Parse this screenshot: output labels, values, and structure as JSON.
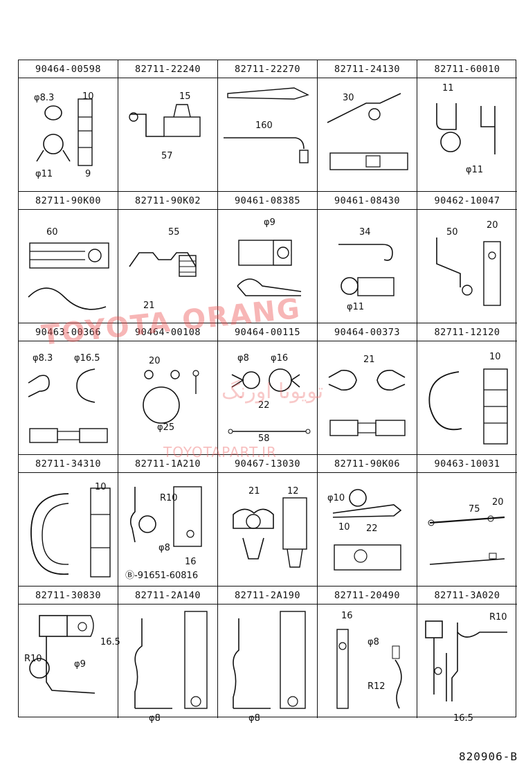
{
  "parts": [
    {
      "pn": "90464-00598",
      "dims": [
        "φ8.3",
        "10",
        "φ11",
        "9"
      ]
    },
    {
      "pn": "82711-22240",
      "dims": [
        "15",
        "57"
      ]
    },
    {
      "pn": "82711-22270",
      "dims": [
        "160"
      ]
    },
    {
      "pn": "82711-24130",
      "dims": [
        "30"
      ]
    },
    {
      "pn": "82711-60010",
      "dims": [
        "11",
        "φ11"
      ]
    },
    {
      "pn": "82711-90K00",
      "dims": [
        "60"
      ]
    },
    {
      "pn": "82711-90K02",
      "dims": [
        "55",
        "21"
      ]
    },
    {
      "pn": "90461-08385",
      "dims": [
        "φ9"
      ]
    },
    {
      "pn": "90461-08430",
      "dims": [
        "34",
        "φ11"
      ]
    },
    {
      "pn": "90462-10047",
      "dims": [
        "50",
        "20"
      ]
    },
    {
      "pn": "90463-00366",
      "dims": [
        "φ8.3",
        "φ16.5"
      ]
    },
    {
      "pn": "90464-00108",
      "dims": [
        "20",
        "φ25"
      ]
    },
    {
      "pn": "90464-00115",
      "dims": [
        "φ8",
        "φ16",
        "22",
        "58"
      ]
    },
    {
      "pn": "90464-00373",
      "dims": [
        "21"
      ]
    },
    {
      "pn": "82711-12120",
      "dims": [
        "10"
      ]
    },
    {
      "pn": "82711-34310",
      "dims": [
        "10"
      ]
    },
    {
      "pn": "82711-1A210",
      "dims": [
        "R10",
        "φ8",
        "16",
        "Ⓑ-91651-60816"
      ]
    },
    {
      "pn": "90467-13030",
      "dims": [
        "21",
        "12"
      ]
    },
    {
      "pn": "82711-90K06",
      "dims": [
        "φ10",
        "10",
        "22"
      ]
    },
    {
      "pn": "90463-10031",
      "dims": [
        "75",
        "20"
      ]
    },
    {
      "pn": "82711-30830",
      "dims": [
        "16.5",
        "R10",
        "φ9"
      ]
    },
    {
      "pn": "82711-2A140",
      "dims": [
        "φ8"
      ]
    },
    {
      "pn": "82711-2A190",
      "dims": [
        "φ8"
      ]
    },
    {
      "pn": "82711-20490",
      "dims": [
        "16",
        "φ8",
        "R12"
      ]
    },
    {
      "pn": "82711-3A020",
      "dims": [
        "R10",
        "16.5"
      ]
    }
  ],
  "watermark": {
    "brand": "TOYOTA ORANG",
    "arabic": "تویوتا اورنگ",
    "url": "TOYOTAPART.IR"
  },
  "reference_code": "820906-B"
}
